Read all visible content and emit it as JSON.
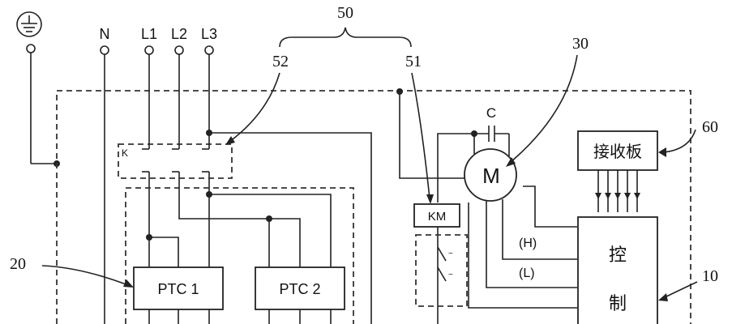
{
  "terminals": {
    "n": "N",
    "l1": "L1",
    "l2": "L2",
    "l3": "L3"
  },
  "refs": {
    "r50": "50",
    "r52": "52",
    "r51": "51",
    "r30": "30",
    "r60": "60",
    "r20": "20",
    "r10": "10"
  },
  "components": {
    "contactor_k": "K",
    "capacitor": "C",
    "motor": "M",
    "relay_km": "KM",
    "receiver_board": "接收板",
    "ptc1": "PTC 1",
    "ptc2": "PTC 2",
    "speed_high": "(H)",
    "speed_low": "(L)",
    "controller_top": "控",
    "controller_bottom": "制"
  }
}
